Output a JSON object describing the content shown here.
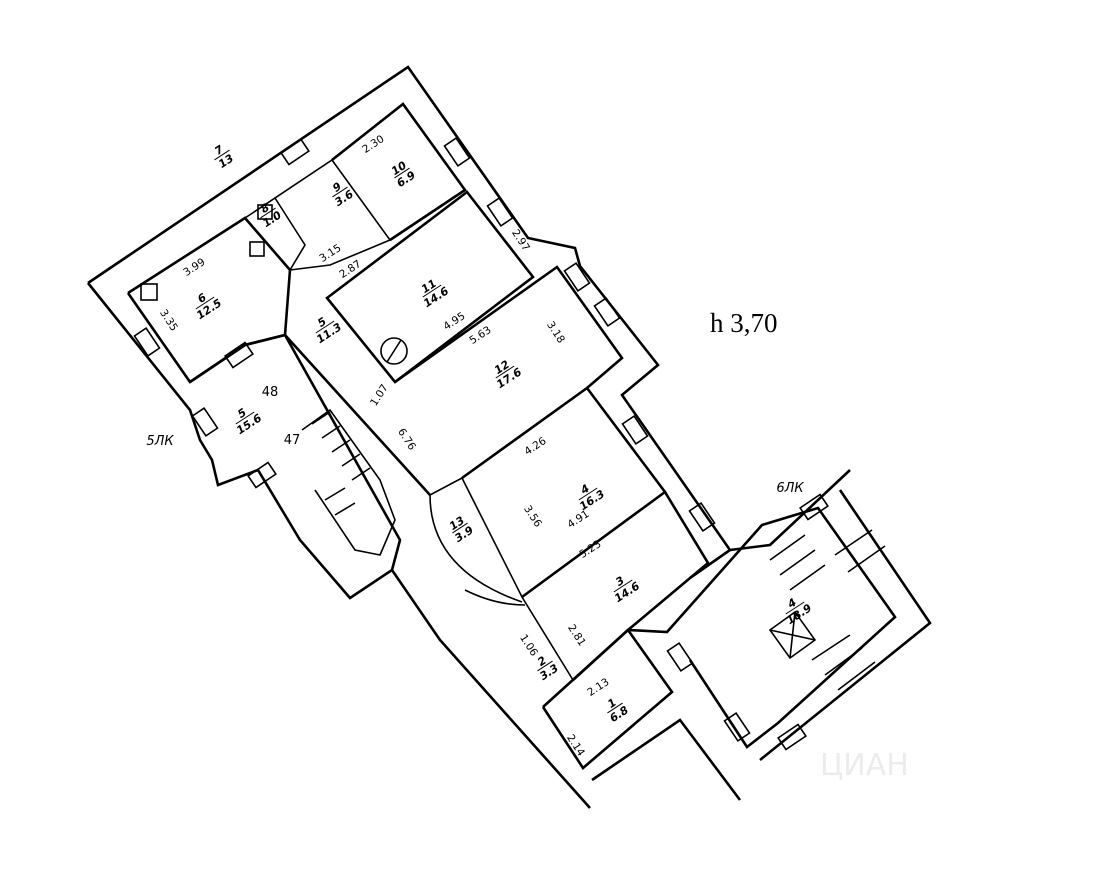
{
  "ceiling_height": "h 3,70",
  "watermark": "ЦИАН",
  "rooms": [
    {
      "no": "7",
      "area": "13"
    },
    {
      "no": "10",
      "area": "6.9"
    },
    {
      "no": "9",
      "area": "3.6"
    },
    {
      "no": "8",
      "area": "1.0"
    },
    {
      "no": "6",
      "area": "12.5"
    },
    {
      "no": "11",
      "area": "14.6"
    },
    {
      "no": "5",
      "area": "11.3"
    },
    {
      "no": "12",
      "area": "17.6"
    },
    {
      "no": "5",
      "area": "15.6"
    },
    {
      "no": "4",
      "area": "16.3"
    },
    {
      "no": "13",
      "area": "3.9"
    },
    {
      "no": "3",
      "area": "14.6"
    },
    {
      "no": "2",
      "area": "3.3"
    },
    {
      "no": "1",
      "area": "6.8"
    },
    {
      "no": "4",
      "area": "18.9"
    }
  ],
  "dimensions": [
    "2.30",
    "2.97",
    "3.99",
    "3.35",
    "3.15",
    "2.87",
    "4.95",
    "5.63",
    "3.18",
    "1.07",
    "6.76",
    "4.26",
    "3.56",
    "4.91",
    "5.23",
    "2.81",
    "1.06",
    "2.13",
    "2.14",
    "48",
    "47"
  ],
  "stair_labels": [
    "5ЛК",
    "6ЛК"
  ]
}
